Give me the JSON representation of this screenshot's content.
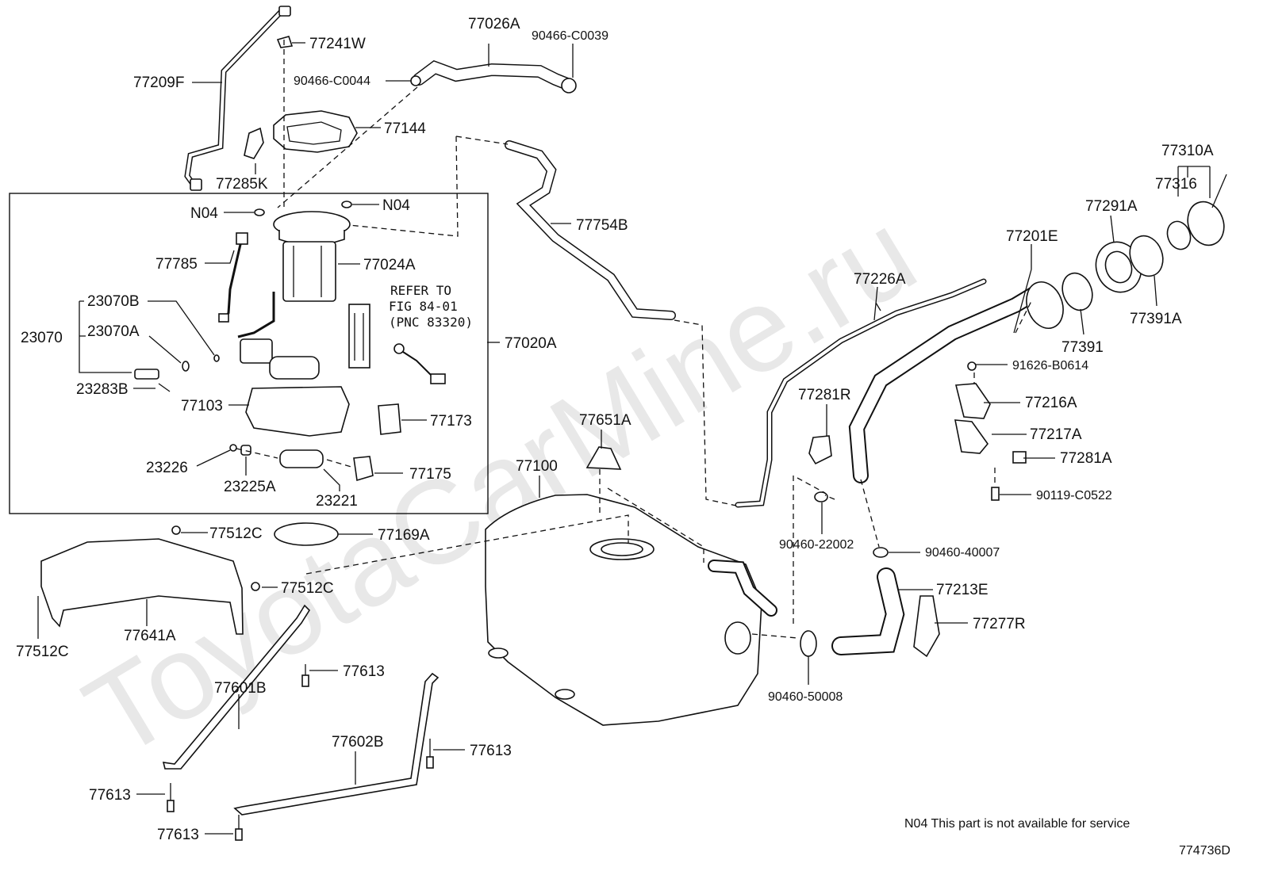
{
  "watermark": "ToyotaCarMine.ru",
  "diagram_id": "774736D",
  "footnote": "N04 This part is not available for service",
  "refer_note": [
    "REFER TO",
    "FIG 84-01",
    "(PNC 83320)"
  ],
  "labels": {
    "p77026A": "77026A",
    "p90466_C0039": "90466-C0039",
    "p77241W": "77241W",
    "p77209F": "77209F",
    "p90466_C0044": "90466-C0044",
    "p77144": "77144",
    "p77285K": "77285K",
    "p77310A": "77310A",
    "p77316": "77316",
    "p77291A": "77291A",
    "p77201E": "77201E",
    "p77754B": "77754B",
    "p77226A": "77226A",
    "p77391A": "77391A",
    "p77391": "77391",
    "p91626_B0614": "91626-B0614",
    "p77216A": "77216A",
    "p77281R": "77281R",
    "p77217A": "77217A",
    "p77281A": "77281A",
    "p90119_C0522": "90119-C0522",
    "p90460_22002": "90460-22002",
    "p90460_40007": "90460-40007",
    "p77213E": "77213E",
    "p77277R": "77277R",
    "p90460_50008": "90460-50008",
    "p77651A": "77651A",
    "p77100": "77100",
    "p77020A": "77020A",
    "p77024A": "77024A",
    "p77785": "77785",
    "n04_a": "N04",
    "n04_b": "N04",
    "p23070B": "23070B",
    "p23070": "23070",
    "p23070A": "23070A",
    "p23283B": "23283B",
    "p77103": "77103",
    "p77173": "77173",
    "p23226": "23226",
    "p23225A": "23225A",
    "p77175": "77175",
    "p23221": "23221",
    "p77512C_a": "77512C",
    "p77169A": "77169A",
    "p77512C_b": "77512C",
    "p77641A": "77641A",
    "p77512C_c": "77512C",
    "p77613_a": "77613",
    "p77601B": "77601B",
    "p77602B": "77602B",
    "p77613_b": "77613",
    "p77613_c": "77613",
    "p77613_d": "77613"
  }
}
